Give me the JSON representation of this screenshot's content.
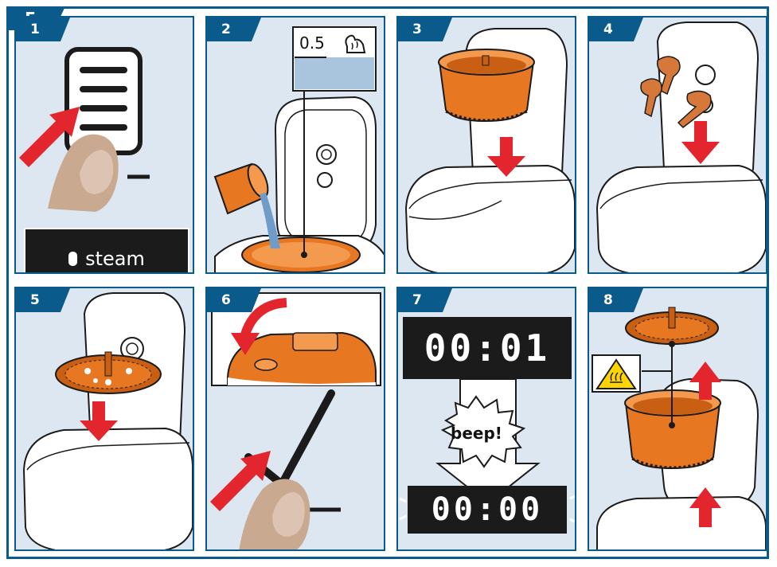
{
  "section_label": "F",
  "steps": [
    "1",
    "2",
    "3",
    "4",
    "5",
    "6",
    "7",
    "8"
  ],
  "panel1": {
    "mode_label": "steam"
  },
  "panel2": {
    "water_level": "0.5"
  },
  "panel7": {
    "time_start": "00:01",
    "alert_text": "beep!",
    "time_end": "00:00"
  },
  "colors": {
    "border": "#0b5a8c",
    "panel_bg": "#dde7f1",
    "accent_orange": "#e87722",
    "arrow_red": "#e3262e",
    "display_bg": "#1b1b1b"
  }
}
